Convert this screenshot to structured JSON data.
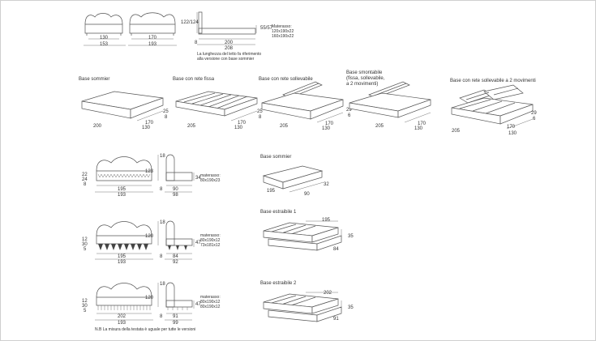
{
  "overview": {
    "front_small": {
      "w_inner": "130",
      "w_outer": "153"
    },
    "front_large": {
      "w_inner": "170",
      "w_outer": "193"
    },
    "side": {
      "h": "122/124",
      "depth_short": "8",
      "depth_mid": "200",
      "depth_outer": "208",
      "h2": "55/57"
    },
    "mattress": {
      "title": "Materasso:",
      "line1": "120x190x22",
      "line2": "160x190x22"
    },
    "note": {
      "line1": "La lunghezza del letto fa riferimento",
      "line2": "alla versione con base sommier"
    }
  },
  "bases": [
    {
      "label": "Base sommier",
      "len": "200",
      "h": "25",
      "h2": "8",
      "w": "",
      "w2": ""
    },
    {
      "label": "Base con rete fissa",
      "len": "205",
      "h": "25",
      "h2": "8",
      "w": "170",
      "w2": "130"
    },
    {
      "label": "Base con rete sollevabile",
      "len": "205",
      "h": "29",
      "h2": "6",
      "w": "170",
      "w2": "130"
    },
    {
      "label_lines": [
        "Base smontabile",
        "(fissa, sollevabile,",
        "a 2 movimenti)"
      ],
      "len": "205",
      "h": "",
      "h2": "",
      "w": "170",
      "w2": "130"
    },
    {
      "label": "Base con rete sollevabile a 2 movimenti",
      "len": "205",
      "h": "29",
      "h2": "6",
      "w": "170",
      "w2": "130"
    }
  ],
  "base_sommier_first_w": "170",
  "base_sommier_first_w2": "130",
  "rows": [
    {
      "front": {
        "h1": "22",
        "h2": "24",
        "h3": "8",
        "w1": "195",
        "w2": "193"
      },
      "side": {
        "top": "18",
        "h": "123",
        "depth_a": "8",
        "depth_b": "90",
        "depth_outer": "98",
        "side_h": "34"
      },
      "mattress": {
        "title": "materasso:",
        "line1": "80x190x23",
        "line2": ""
      }
    },
    {
      "front": {
        "h1": "12",
        "h2": "30",
        "h3": "5",
        "w1": "195",
        "w2": "193"
      },
      "side": {
        "top": "18",
        "h": "120",
        "depth_a": "8",
        "depth_b": "84",
        "depth_outer": "92",
        "side_h": "47"
      },
      "mattress": {
        "title": "materasso:",
        "line1": "80x190x12",
        "line2": "73x181x12"
      }
    },
    {
      "front": {
        "h1": "12",
        "h2": "30",
        "h3": "5",
        "w1": "202",
        "w2": "193"
      },
      "side": {
        "top": "18",
        "h": "120",
        "depth_a": "8",
        "depth_b": "91",
        "depth_outer": "99",
        "side_h": "47"
      },
      "mattress": {
        "title": "materasso:",
        "line1": "80x190x12",
        "line2": "80x190x12"
      }
    }
  ],
  "singles": [
    {
      "label": "Base sommier",
      "len": "195",
      "w": "90",
      "h": "32"
    },
    {
      "label": "Base estraibile 1",
      "len": "195",
      "w": "84",
      "h": "35"
    },
    {
      "label": "Base estraibile 2",
      "len": "202",
      "w": "91",
      "h": "35"
    }
  ],
  "footnote": "N.B La misura della testata è uguale per tutte le versioni"
}
